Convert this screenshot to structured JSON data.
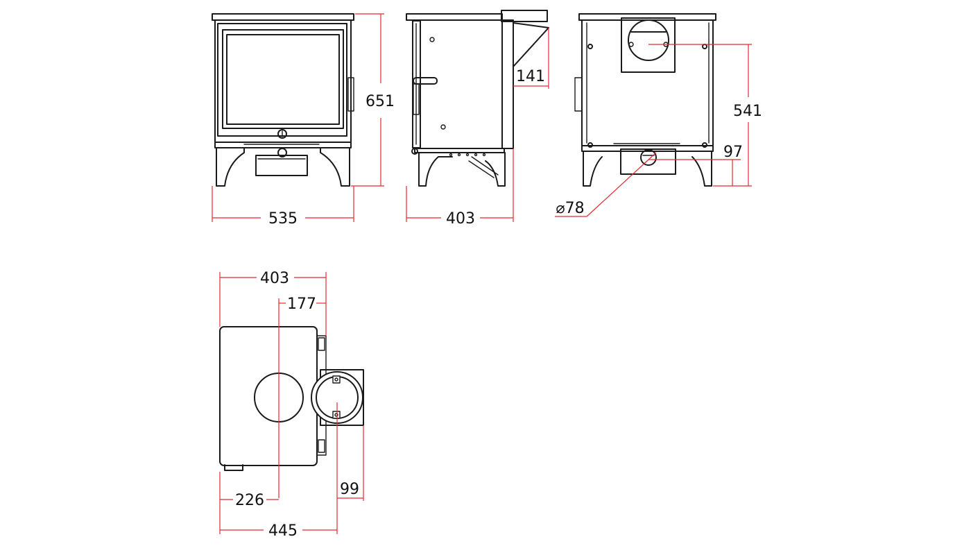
{
  "dimension_color": "#e8282e",
  "line_color": "#1a1a1a",
  "views": {
    "front": {
      "width": "535",
      "height": "651"
    },
    "side": {
      "depth": "403",
      "flue_offset": "141"
    },
    "rear": {
      "outlet_height": "541",
      "air_inlet_height": "97",
      "air_inlet_diameter": "⌀78"
    },
    "top": {
      "depth": "403",
      "flue_center_offset": "177",
      "flue_center_from_left": "226",
      "air_box_depth": "99",
      "total_depth": "445"
    }
  }
}
